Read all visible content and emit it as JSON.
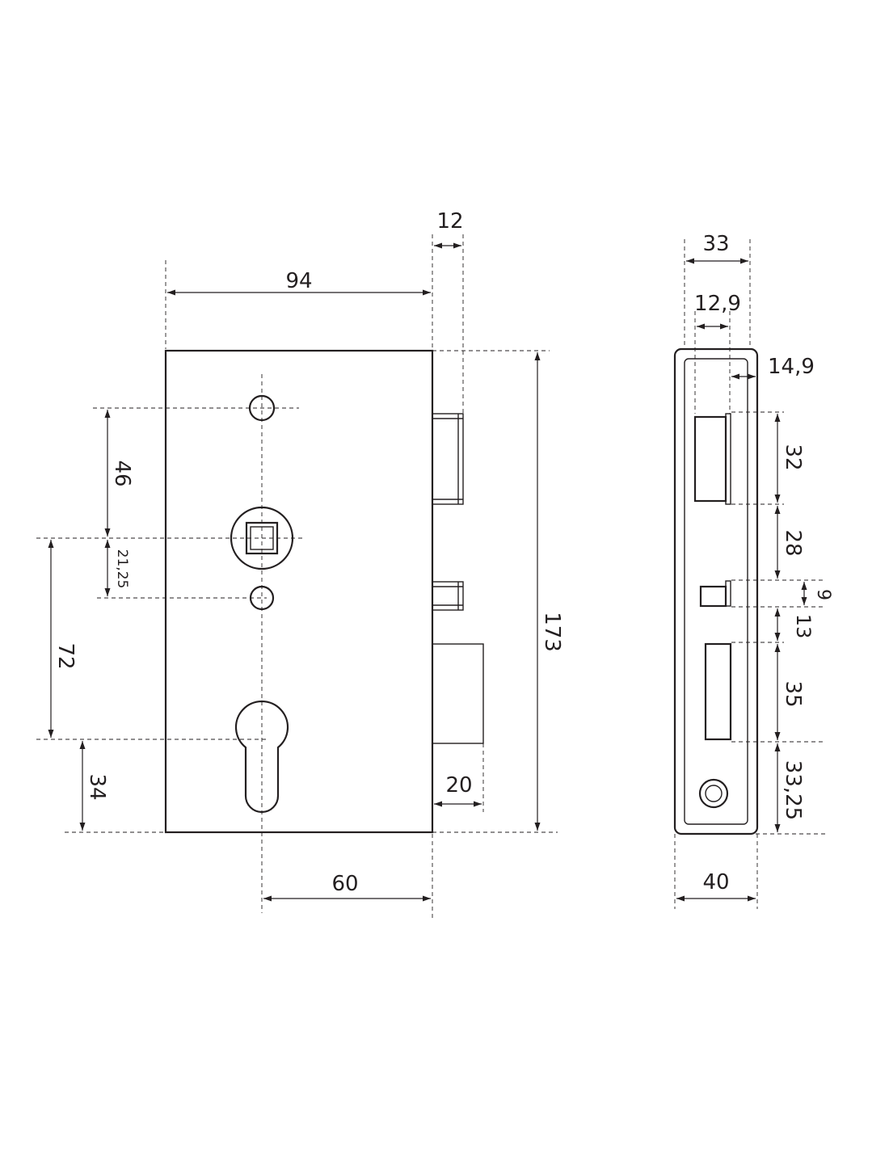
{
  "front_view": {
    "width": "94",
    "bolt_projection": "12",
    "height": "173",
    "upper_hole_to_spindle": "46",
    "spindle_to_lower_hole": "21,25",
    "spindle_to_cylinder": "72",
    "cylinder_to_bottom": "34",
    "deadbolt_projection": "20",
    "backset": "60"
  },
  "side_view": {
    "overall_width": "33",
    "latch_offset": "12,9",
    "edge_offset": "14,9",
    "latch_height": "32",
    "latch_to_small_bolt": "28",
    "small_bolt_height": "9",
    "small_bolt_to_deadbolt": "13",
    "deadbolt_height": "35",
    "cylinder_to_bottom": "33,25",
    "faceplate_width": "40"
  }
}
